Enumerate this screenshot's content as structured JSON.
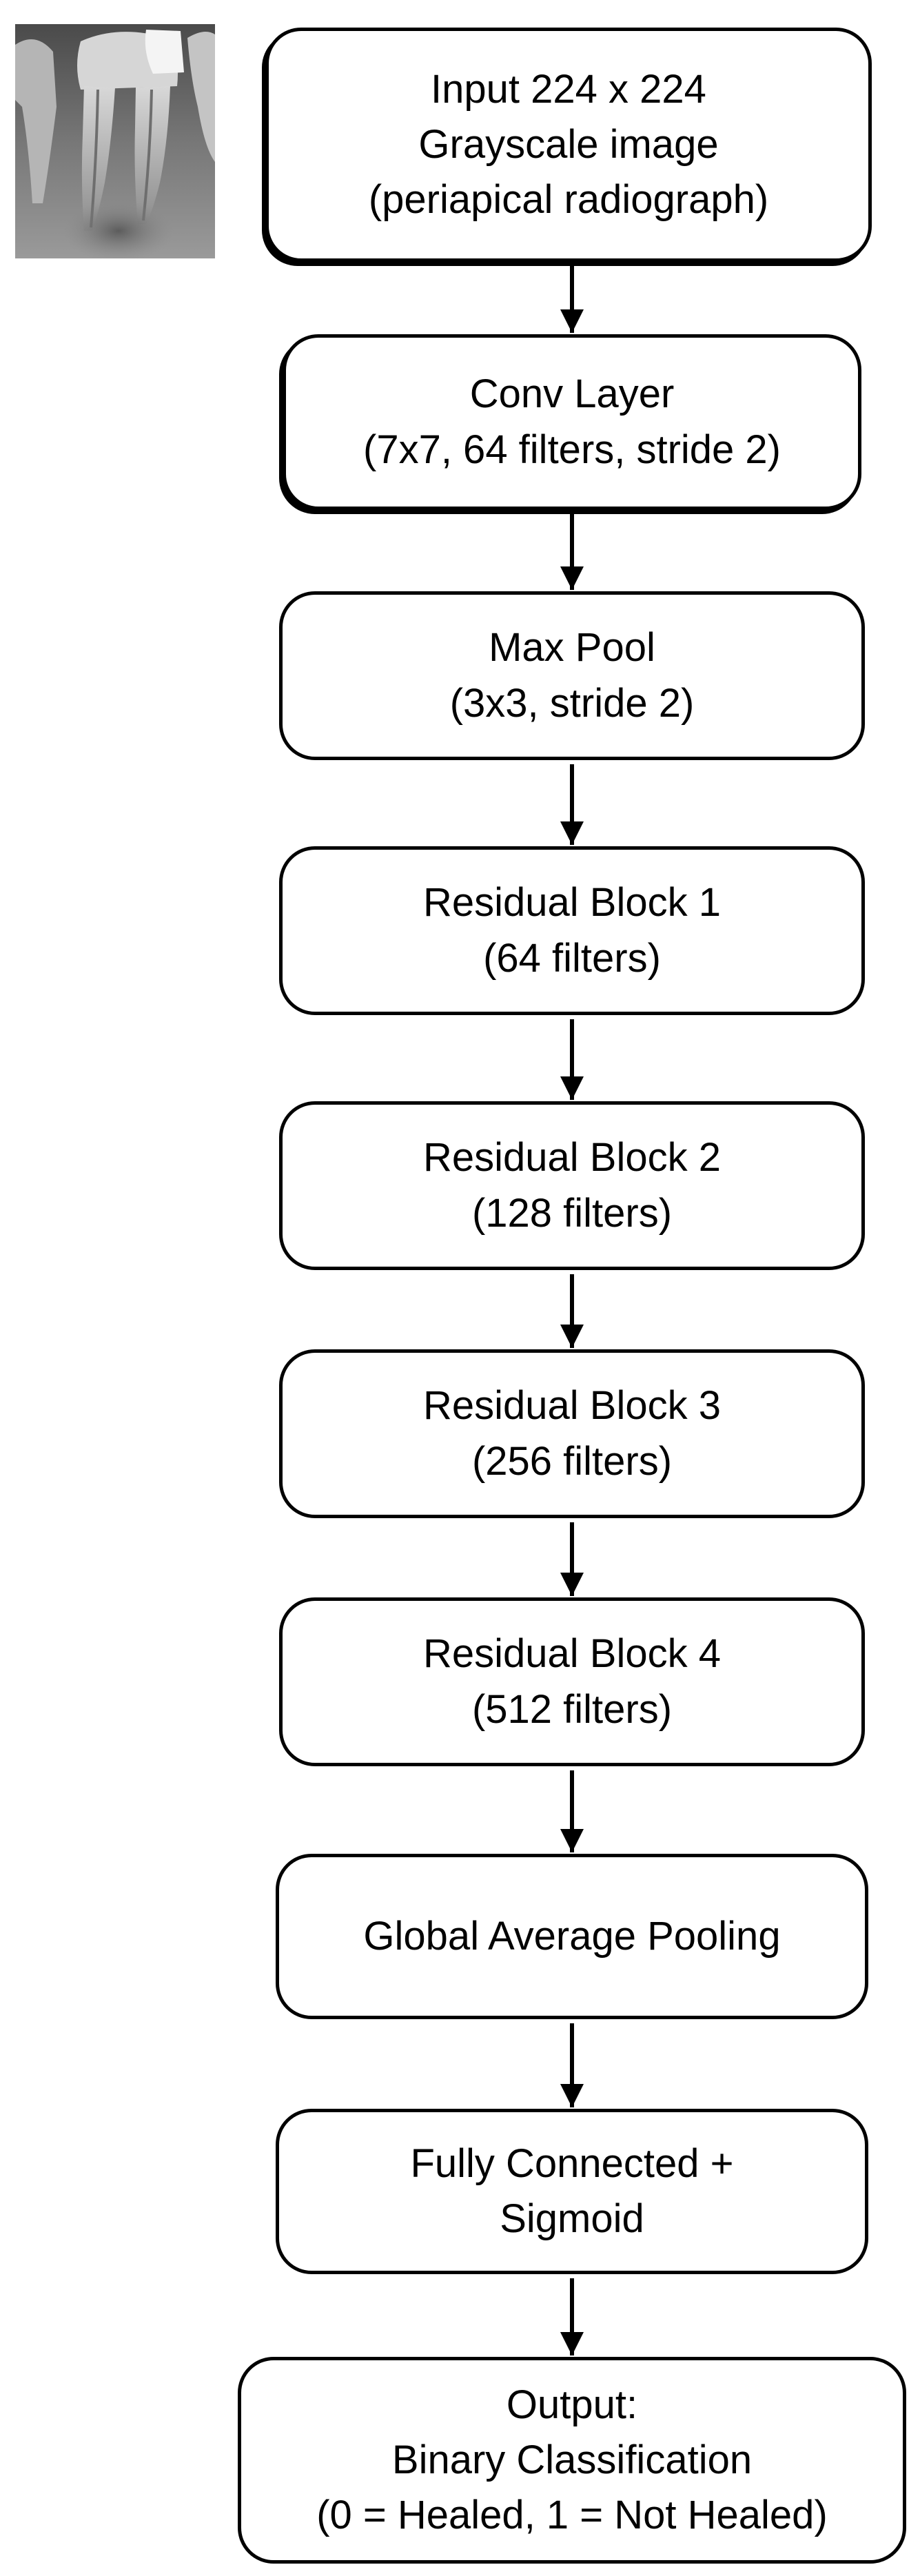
{
  "diagram": {
    "colors": {
      "box_border": "#000000",
      "box_fill": "#ffffff",
      "arrow": "#000000",
      "text": "#000000"
    },
    "image": {
      "description": "periapical radiograph thumbnail"
    },
    "nodes": [
      {
        "id": "input",
        "lines": [
          "Input 224 x 224",
          "Grayscale image",
          "(periapical radiograph)"
        ]
      },
      {
        "id": "conv",
        "lines": [
          "Conv Layer",
          "(7x7, 64 filters, stride 2)"
        ]
      },
      {
        "id": "maxpool",
        "lines": [
          "Max Pool",
          "(3x3, stride 2)"
        ]
      },
      {
        "id": "res1",
        "lines": [
          "Residual Block 1",
          "(64 filters)"
        ]
      },
      {
        "id": "res2",
        "lines": [
          "Residual Block 2",
          "(128 filters)"
        ]
      },
      {
        "id": "res3",
        "lines": [
          "Residual Block 3",
          "(256 filters)"
        ]
      },
      {
        "id": "res4",
        "lines": [
          "Residual Block 4",
          "(512 filters)"
        ]
      },
      {
        "id": "gap",
        "lines": [
          "Global Average Pooling"
        ]
      },
      {
        "id": "fc",
        "lines": [
          "Fully Connected +",
          "Sigmoid"
        ]
      },
      {
        "id": "output",
        "lines": [
          "Output:",
          "Binary Classification",
          "(0 = Healed, 1 = Not Healed)"
        ]
      }
    ],
    "edges": [
      {
        "from": "input",
        "to": "conv"
      },
      {
        "from": "conv",
        "to": "maxpool"
      },
      {
        "from": "maxpool",
        "to": "res1"
      },
      {
        "from": "res1",
        "to": "res2"
      },
      {
        "from": "res2",
        "to": "res3"
      },
      {
        "from": "res3",
        "to": "res4"
      },
      {
        "from": "res4",
        "to": "gap"
      },
      {
        "from": "gap",
        "to": "fc"
      },
      {
        "from": "fc",
        "to": "output"
      }
    ]
  }
}
